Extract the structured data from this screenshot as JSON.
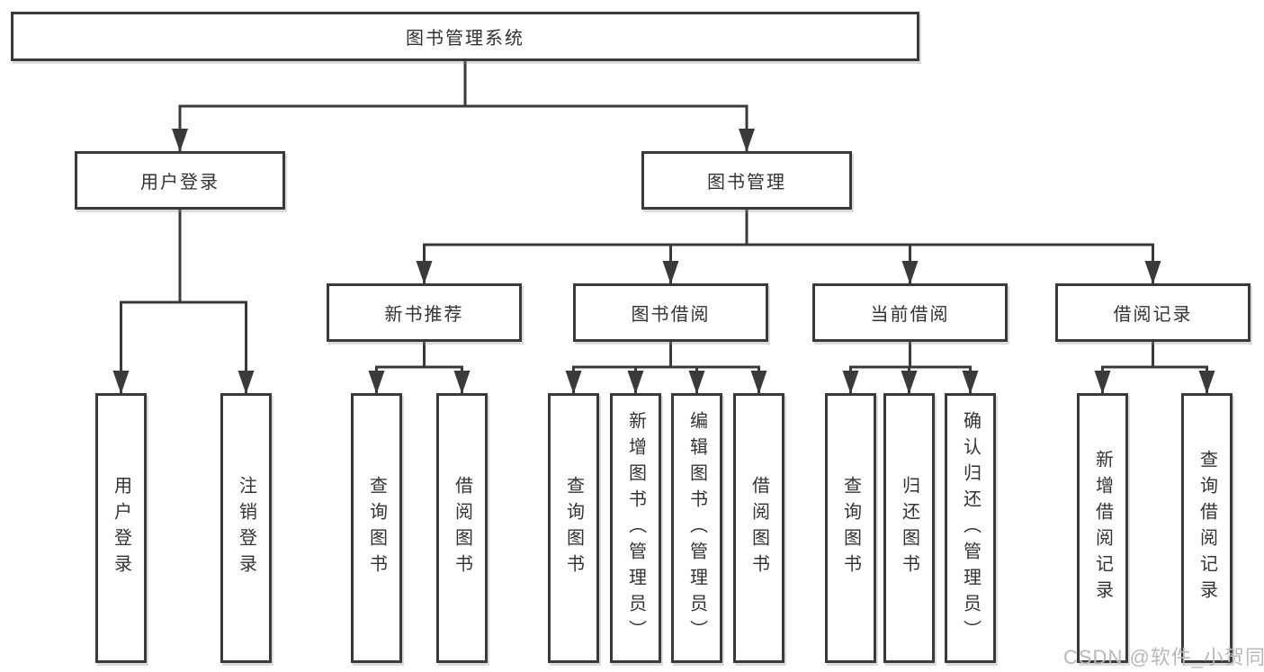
{
  "tree": {
    "root": {
      "label": "图书管理系统"
    },
    "level2": [
      {
        "label": "用户登录"
      },
      {
        "label": "图书管理"
      }
    ],
    "level3": [
      {
        "label": "新书推荐"
      },
      {
        "label": "图书借阅"
      },
      {
        "label": "当前借阅"
      },
      {
        "label": "借阅记录"
      }
    ],
    "leaves": {
      "user_login": [
        "用户登录",
        "注销登录"
      ],
      "new_book": [
        "查询图书",
        "借阅图书"
      ],
      "book_borrow": [
        "查询图书",
        "新增图书（管理员）",
        "编辑图书（管理员）",
        "借阅图书"
      ],
      "current_borrow": [
        "查询图书",
        "归还图书",
        "确认归还（管理员）"
      ],
      "borrow_records": [
        "新增借阅记录",
        "查询借阅记录"
      ]
    }
  },
  "watermark": {
    "text": "CSDN @软件_小贺同学"
  },
  "colors": {
    "line": "#3a3a3a",
    "text": "#333333",
    "watermark": "#b8b8b8",
    "background": "#ffffff"
  }
}
